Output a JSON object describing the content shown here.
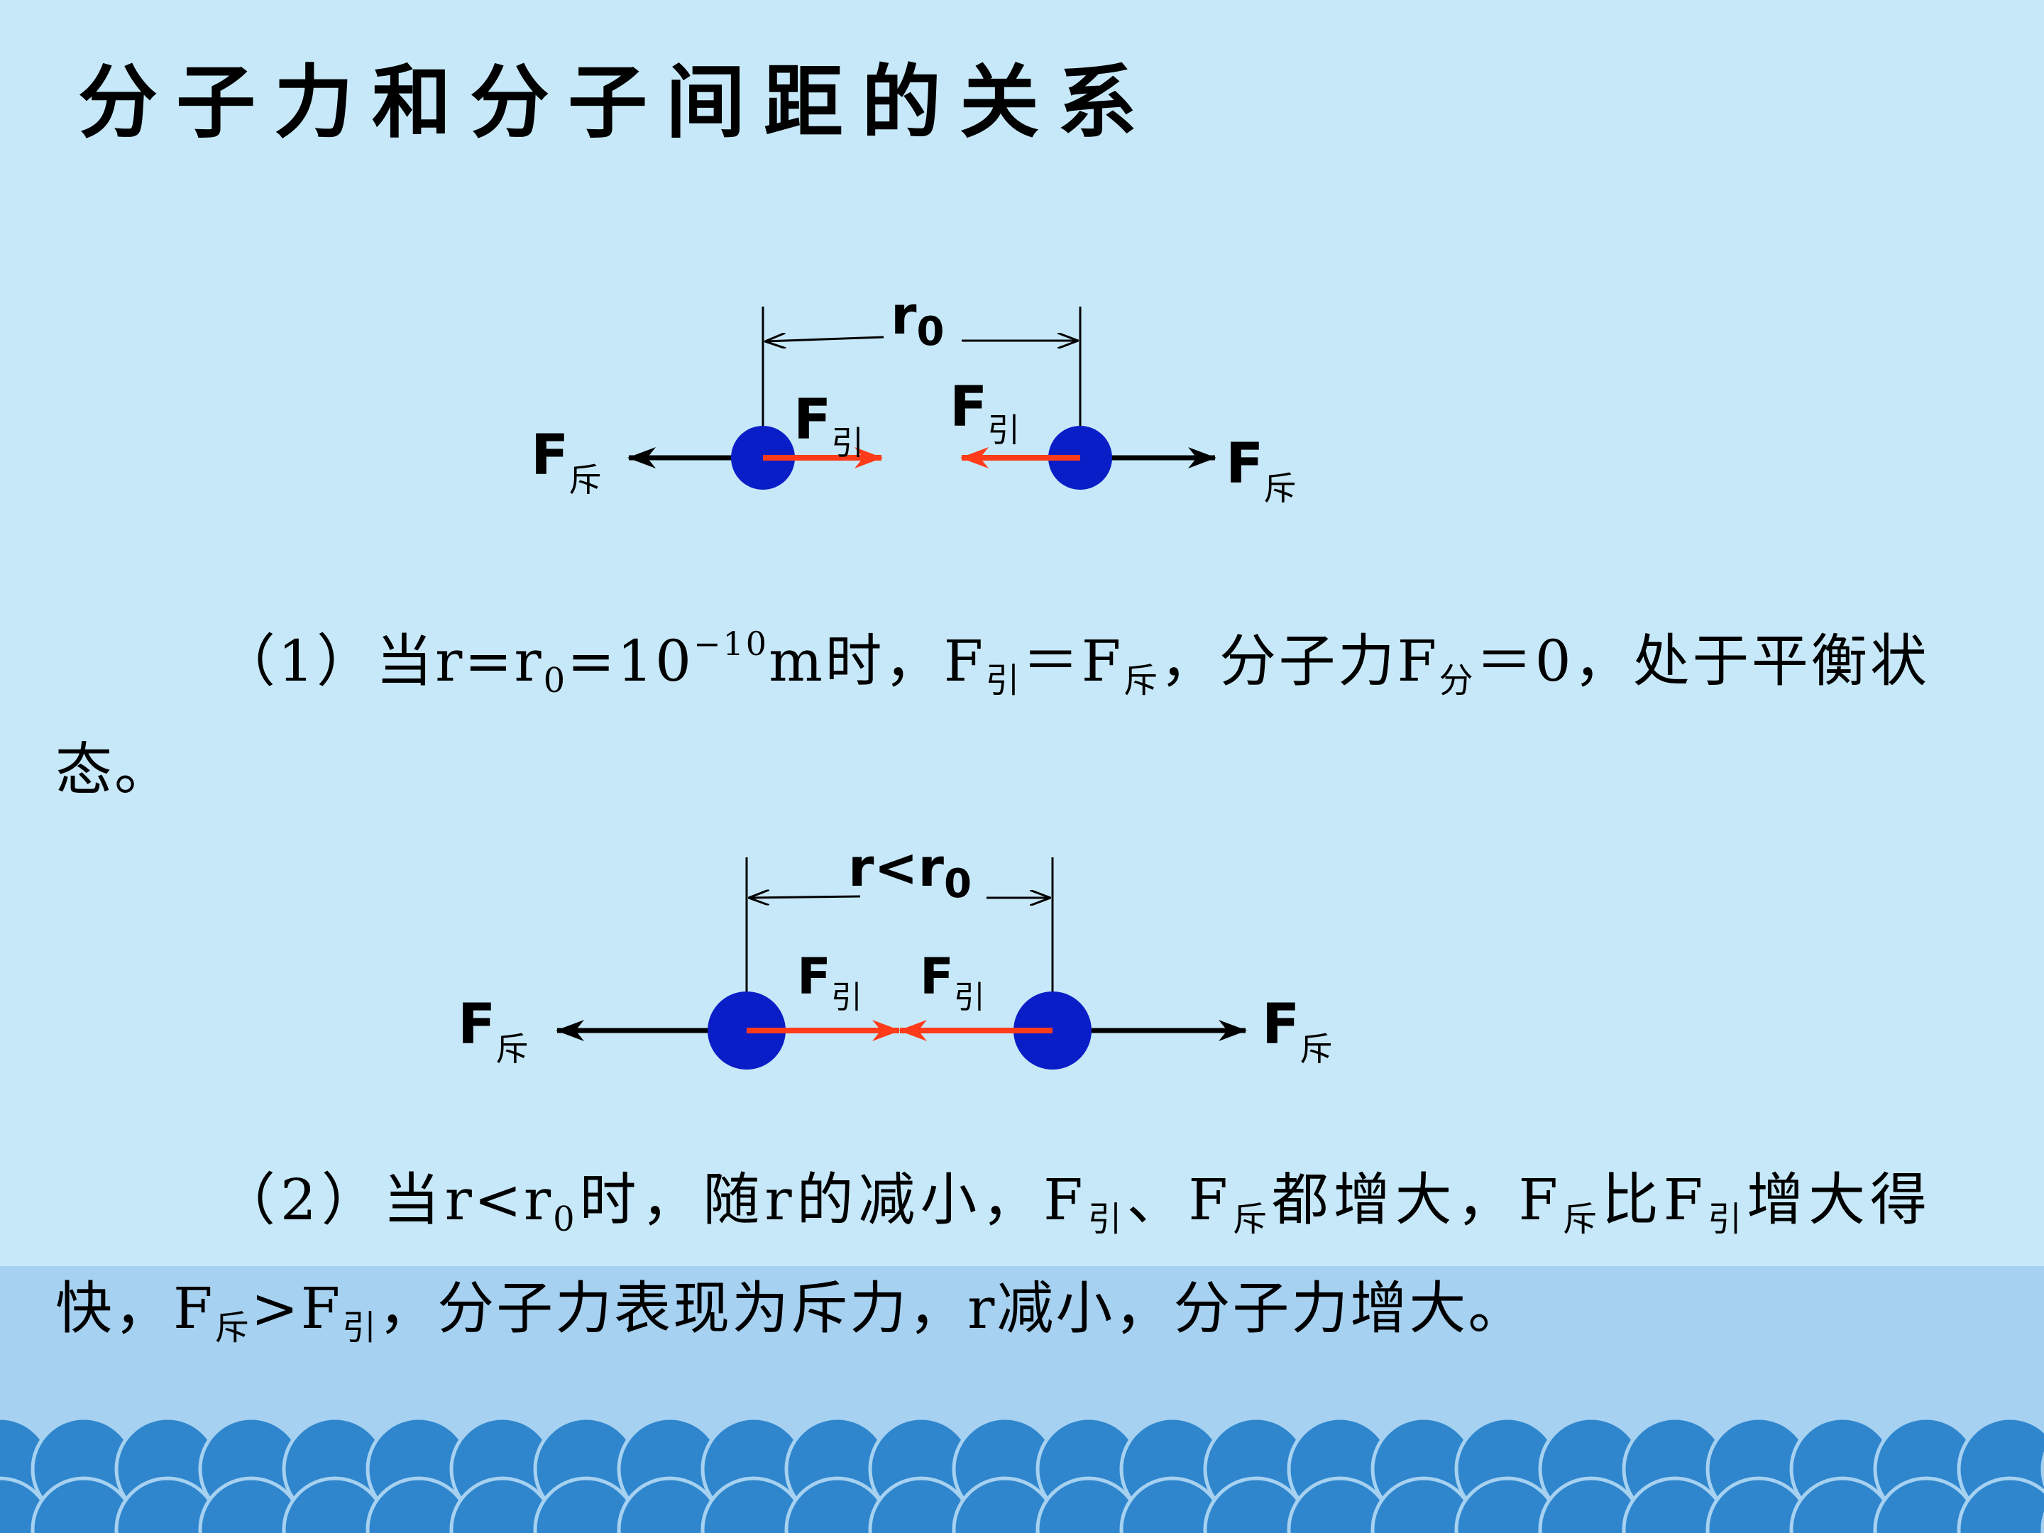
{
  "title": "分子力和分子间距的关系",
  "diagram1": {
    "distance_label": "r",
    "distance_sub": "0",
    "attract_force": "F",
    "attract_sub": "引",
    "repel_force": "F",
    "repel_sub": "斥"
  },
  "diagram2": {
    "distance_label": "r<r",
    "distance_sub": "0",
    "attract_force": "F",
    "attract_sub": "引",
    "repel_force": "F",
    "repel_sub": "斥"
  },
  "paragraph1": {
    "p1": "（1）当r=r",
    "s1": "0",
    "p2": "=10",
    "sup1": "−10",
    "p3": "m时，F",
    "s2": "引",
    "p4": "＝F",
    "s3": "斥",
    "p5": "，分子力F",
    "s4": "分",
    "p6": "＝0，处于平衡状态。"
  },
  "paragraph2": {
    "p1": "（2）当r<r",
    "s1": "0",
    "p2": "时，随r的减小，F",
    "s2": "引",
    "p3": "、F",
    "s3": "斥",
    "p4": "都增大，F",
    "s4": "斥",
    "p5": "比F",
    "s5": "引",
    "p6": "增大得快，F",
    "s6": "斥",
    "p7": ">F",
    "s7": "引",
    "p8": "，分子力表现为斥力，r减小，分子力增大。"
  },
  "colors": {
    "background": "#c7e8f8",
    "band": "#a6d1f0",
    "wave": "#2f86cd",
    "molecule": "#0a1ec8",
    "attract_arrow": "#ff3b1a",
    "repel_arrow": "#000000"
  }
}
